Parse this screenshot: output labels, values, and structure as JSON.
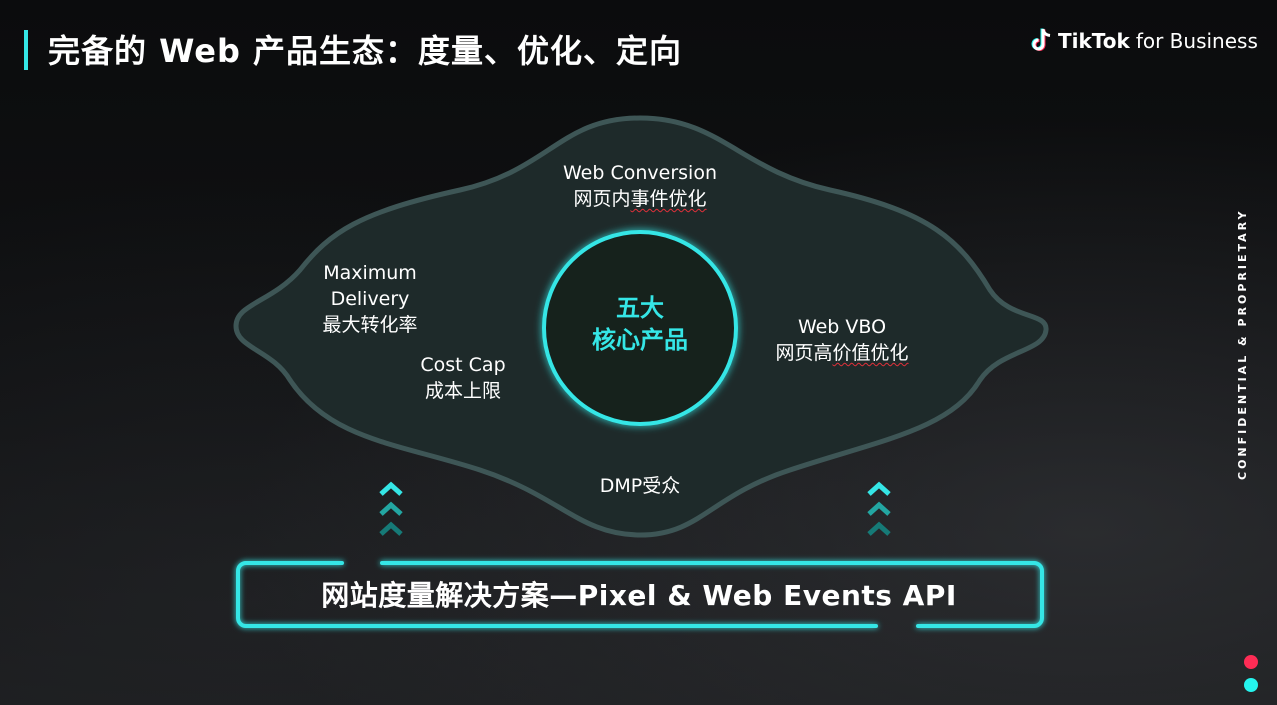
{
  "slide": {
    "title": "完备的 Web 产品生态：度量、优化、定向",
    "brand": {
      "name": "TikTok",
      "suffix": "for Business"
    },
    "confidential": "CONFIDENTIAL & PROPRIETARY"
  },
  "diagram": {
    "center": {
      "line1": "五大",
      "line2": "核心产品"
    },
    "nodes": [
      {
        "en": "Web Conversion",
        "zh": "网页内事件优化"
      },
      {
        "en": "Maximum",
        "en2": "Delivery",
        "zh": "最大转化率"
      },
      {
        "en": "Cost Cap",
        "zh": "成本上限"
      },
      {
        "en": "Web VBO",
        "zh": "网页高价值优化"
      },
      {
        "zh": "DMP受众"
      }
    ],
    "foundation": "网站度量解决方案—Pixel & Web Events API"
  },
  "colors": {
    "accent": "#35e6e6",
    "blob_fill": "#1e2a2a",
    "blob_stroke": "#3e5656",
    "brand_red": "#fe2c55",
    "brand_cyan": "#25f4ee"
  }
}
